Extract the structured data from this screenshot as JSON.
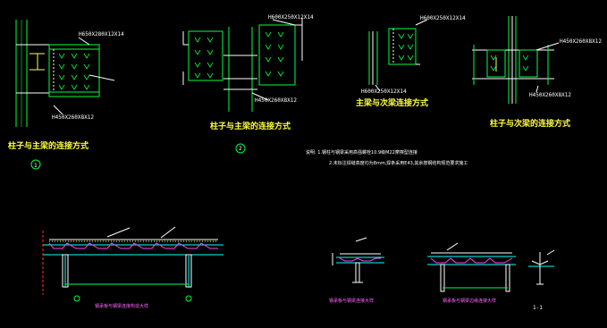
{
  "drawing": {
    "background": "#000000",
    "colors": {
      "green": "#00ff40",
      "white": "#ffffff",
      "yellow": "#ffff40",
      "cyan": "#00ffff",
      "magenta": "#ff40ff",
      "red": "#ff3030"
    },
    "details": [
      {
        "id": "d1",
        "top_label": "H650X280X12X14",
        "bottom_label": "H450X260X8X12",
        "caption": "柱子与主梁的连接方式",
        "circle": "1"
      },
      {
        "id": "d2",
        "top_label": "H600X250X12X14",
        "bottom_label": "H450X260X8X12",
        "caption": "柱子与主梁的连接方式",
        "circle": "2"
      },
      {
        "id": "d3",
        "top_label": "H600X250X12X14",
        "bottom_label": "H600X250X12X14",
        "caption": "主梁与次梁连接方式"
      },
      {
        "id": "d4",
        "top_label": "H450X260X8X12",
        "bottom_label": "H450X260X8X12",
        "caption": "柱子与次梁的连接方式"
      }
    ],
    "notes": [
      "说明: 1.钢柱与钢梁采用高强螺栓10.9级M22摩擦型连接",
      "2.未标注焊缝高度均为8mm,焊条采用E43,其余按钢结构规范要求施工"
    ],
    "sections": [
      {
        "id": "s1",
        "caption": "钢承板与钢梁连接构造大样"
      },
      {
        "id": "s2",
        "caption": "钢承板与钢梁连接大样"
      },
      {
        "id": "s3",
        "caption": "钢承板与钢梁边缘连接大样"
      },
      {
        "id": "s4",
        "caption": "1-1"
      }
    ]
  }
}
